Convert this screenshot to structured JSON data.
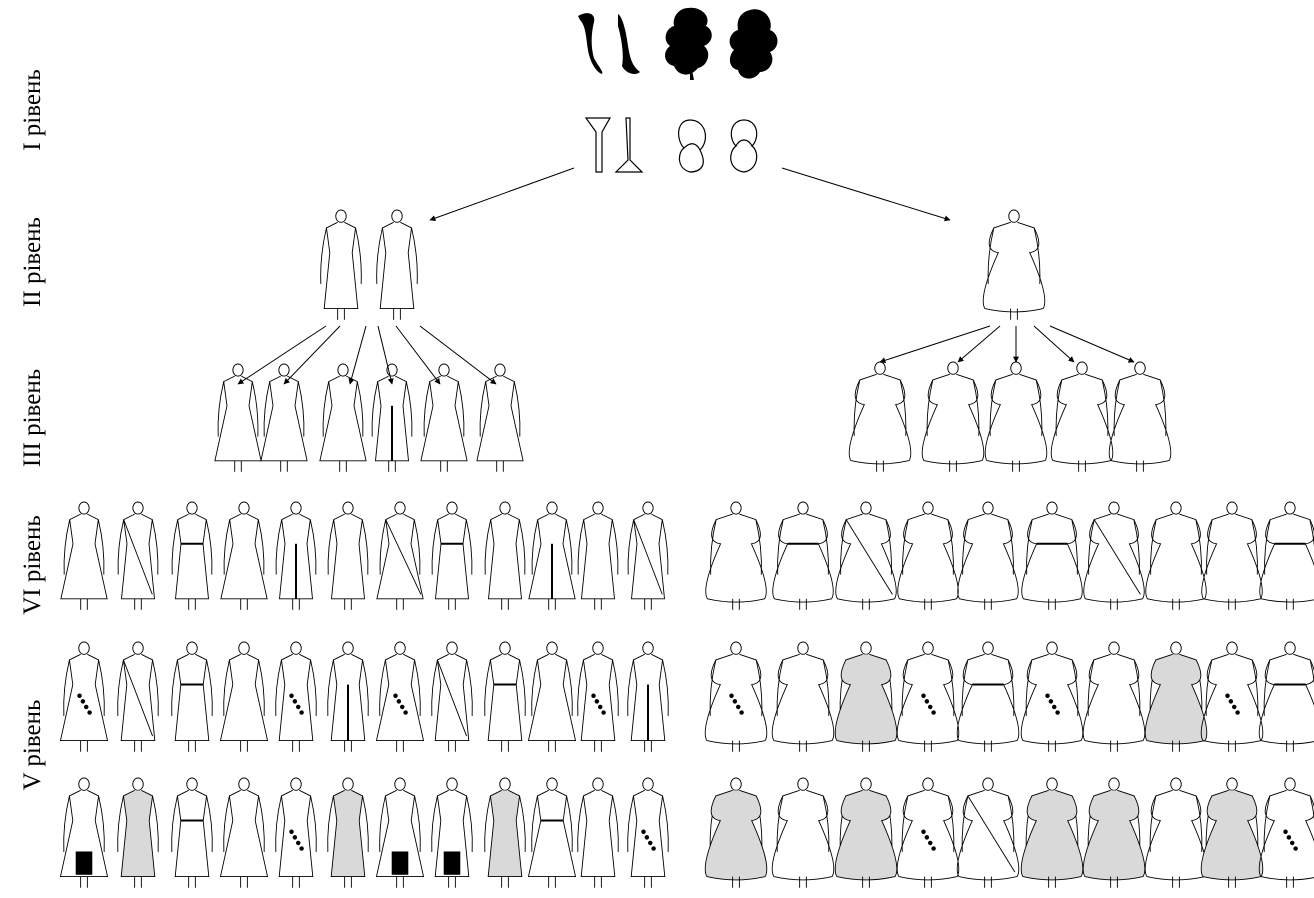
{
  "levels": [
    {
      "id": "level-1",
      "label": "I рівень"
    },
    {
      "id": "level-2",
      "label": "II рівень"
    },
    {
      "id": "level-3",
      "label": "III рівень"
    },
    {
      "id": "level-4",
      "label": "VI рівень"
    },
    {
      "id": "level-5",
      "label": "V рівень"
    }
  ],
  "colors": {
    "ink": "#000000",
    "fill_gray": "#d9d9d9",
    "background": "#ffffff"
  },
  "rows": {
    "level-3-left": {
      "count": 6
    },
    "level-3-right": {
      "count": 5
    },
    "level-4-left": {
      "count": 12
    },
    "level-4-right": {
      "count": 10
    },
    "level-5a-left": {
      "count": 12
    },
    "level-5a-right": {
      "count": 10
    },
    "level-5b-left": {
      "count": 12
    },
    "level-5b-right": {
      "count": 10
    }
  }
}
